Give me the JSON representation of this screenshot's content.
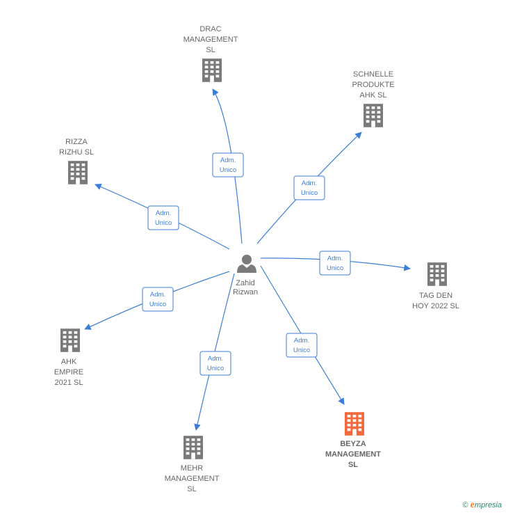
{
  "colors": {
    "edge": "#3b7ed6",
    "company": "#7a7a7a",
    "highlight": "#f26a3d",
    "label": "#666666"
  },
  "center": {
    "name_lines": [
      "Zahid",
      "Rizwan"
    ],
    "icon": "person-icon"
  },
  "nodes": [
    {
      "id": "drac",
      "name_lines": [
        "DRAC",
        "MANAGEMENT",
        "SL"
      ],
      "highlight": false,
      "role_lines": [
        "Adm.",
        "Unico"
      ],
      "icon": "building-icon"
    },
    {
      "id": "schnelle",
      "name_lines": [
        "SCHNELLE",
        "PRODUKTE",
        "AHK  SL"
      ],
      "highlight": false,
      "role_lines": [
        "Adm.",
        "Unico"
      ],
      "icon": "building-icon"
    },
    {
      "id": "rizza",
      "name_lines": [
        "RIZZA",
        "RIZHU  SL"
      ],
      "highlight": false,
      "role_lines": [
        "Adm.",
        "Unico"
      ],
      "icon": "building-icon"
    },
    {
      "id": "tagden",
      "name_lines": [
        "TAG DEN",
        "HOY 2022  SL"
      ],
      "highlight": false,
      "role_lines": [
        "Adm.",
        "Unico"
      ],
      "icon": "building-icon"
    },
    {
      "id": "ahk",
      "name_lines": [
        "AHK",
        "EMPIRE",
        "2021  SL"
      ],
      "highlight": false,
      "role_lines": [
        "Adm.",
        "Unico"
      ],
      "icon": "building-icon"
    },
    {
      "id": "beyza",
      "name_lines": [
        "BEYZA",
        "MANAGEMENT",
        "SL"
      ],
      "highlight": true,
      "role_lines": [
        "Adm.",
        "Unico"
      ],
      "icon": "building-icon"
    },
    {
      "id": "mehr",
      "name_lines": [
        "MEHR",
        "MANAGEMENT",
        "SL"
      ],
      "highlight": false,
      "role_lines": [
        "Adm.",
        "Unico"
      ],
      "icon": "building-icon"
    }
  ],
  "brand": {
    "copyright": "©",
    "initial": "e",
    "name": "mpresia"
  }
}
